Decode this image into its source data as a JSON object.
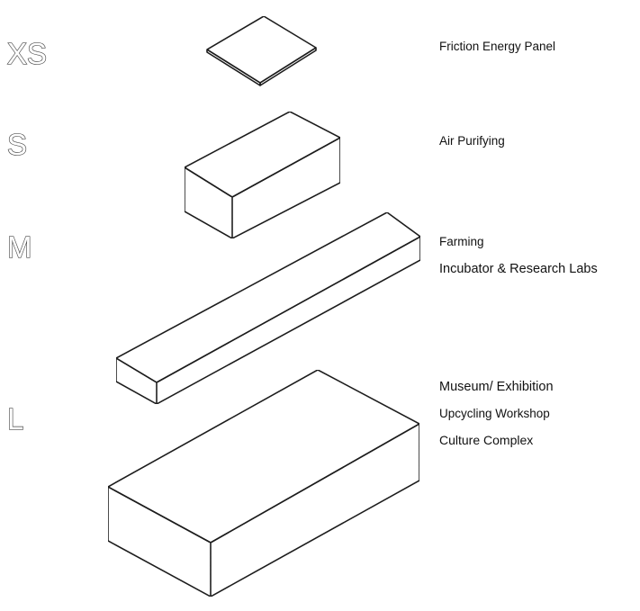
{
  "categories": [
    {
      "size": "XS",
      "programs": [
        "Friction Energy Panel"
      ]
    },
    {
      "size": "S",
      "programs": [
        "Air Purifying"
      ]
    },
    {
      "size": "M",
      "programs": [
        "Farming",
        "Incubator & Research Labs"
      ]
    },
    {
      "size": "L",
      "programs": [
        "Museum/ Exhibition",
        "Upcycling Workshop",
        "Culture Complex"
      ]
    }
  ],
  "colors": {
    "top_face": "#e4e4e4",
    "left_face": "#d0d0d0",
    "right_face": "#bdbdbd",
    "edge": "#1c1c1c",
    "outline_text": "#4a4a4a",
    "program_text": "#111111"
  }
}
